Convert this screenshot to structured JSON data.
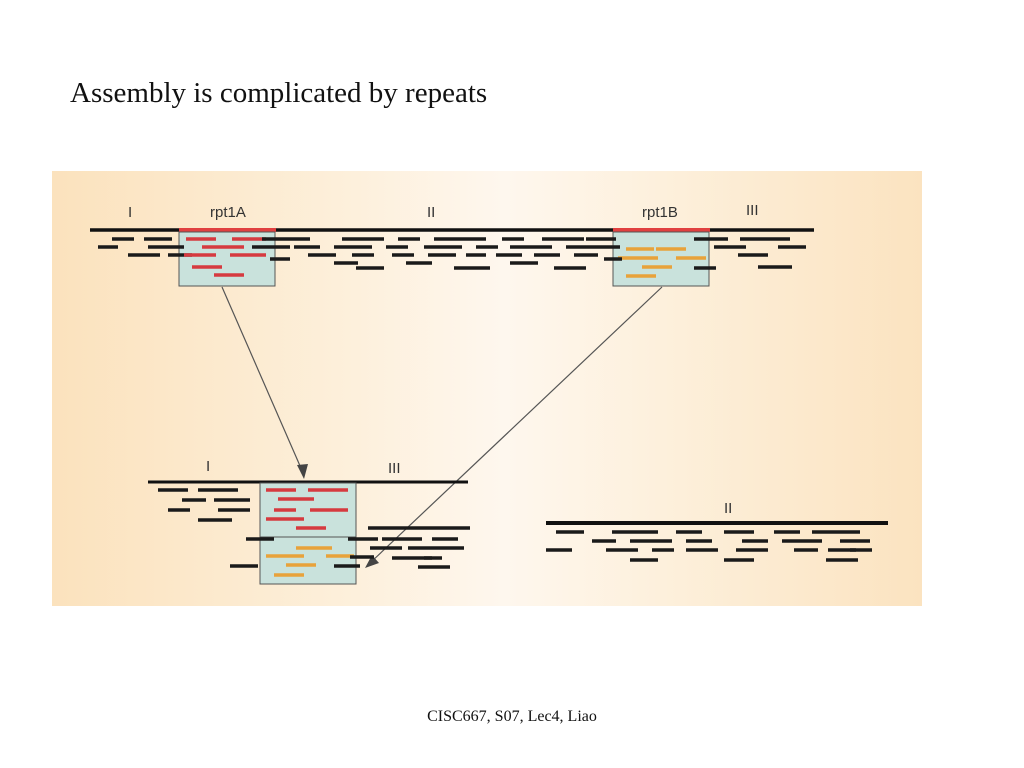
{
  "slide": {
    "title": "Assembly is complicated by repeats",
    "footer": "CISC667, S07, Lec4, Liao"
  },
  "diagram": {
    "labels": {
      "region_1_top": "I",
      "repeat_a": "rpt1A",
      "region_2_top": "II",
      "repeat_b": "rpt1B",
      "region_3_top": "III",
      "region_1_bottom": "I",
      "region_3_bottom": "III",
      "region_2_bottom": "II"
    },
    "colors": {
      "genome_line": "#111111",
      "read": "#1a1a1a",
      "repeat_a_read": "#d63a3f",
      "repeat_b_read": "#e8a23a",
      "repeat_box": "#c9e2dc",
      "repeat_highlight": "#e04040",
      "arrow": "#555555"
    }
  }
}
